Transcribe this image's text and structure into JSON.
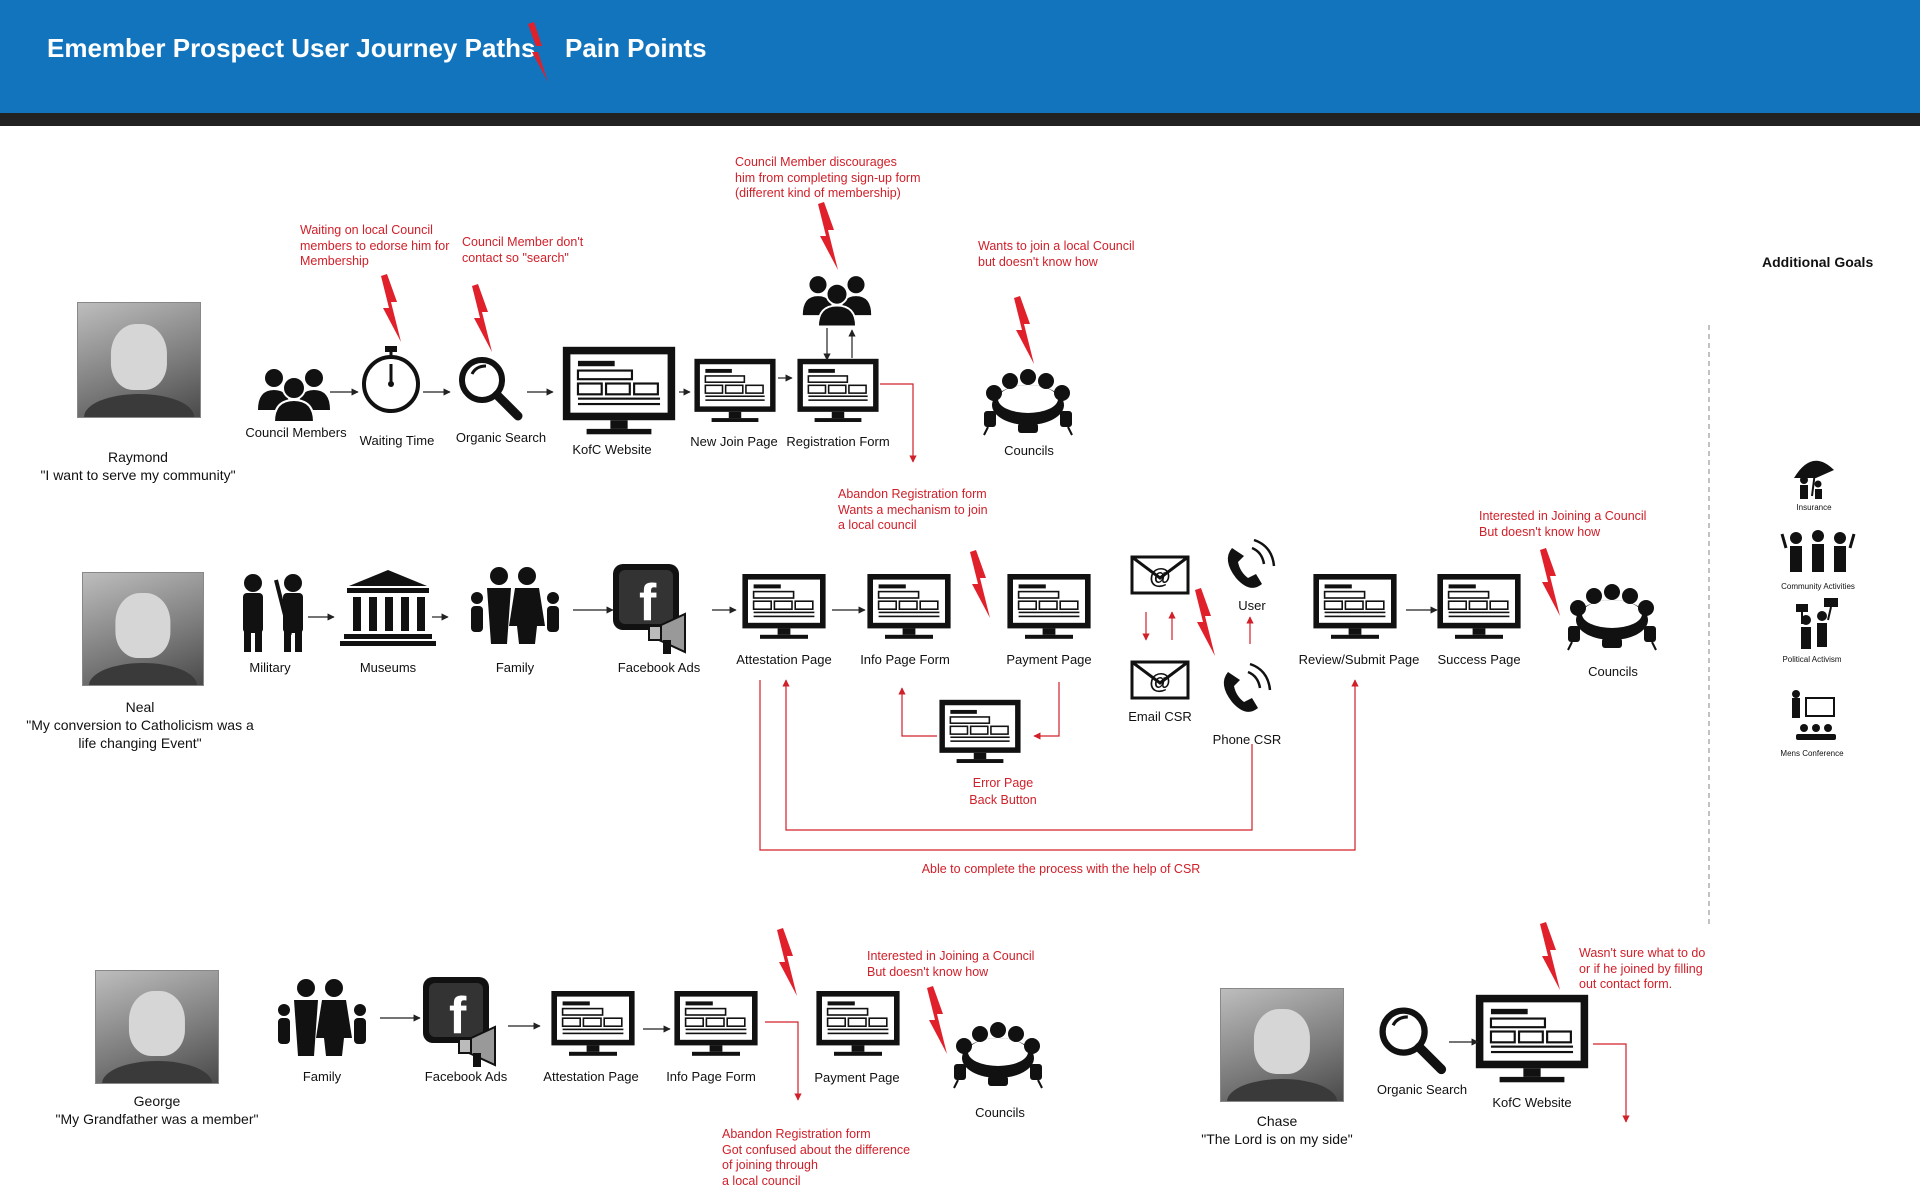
{
  "header": {
    "title_left": "Emember Prospect User Journey Paths",
    "title_right": "Pain Points",
    "bg_color": "#1174bd",
    "accent_color": "#e0202a"
  },
  "personas": [
    {
      "name": "Raymond",
      "quote": "\"I want to serve my community\""
    },
    {
      "name": "Neal",
      "quote": "\"My conversion to Catholicism was a life changing Event\""
    },
    {
      "name": "George",
      "quote": "\"My Grandfather was a member\""
    },
    {
      "name": "Chase",
      "quote": "\"The Lord is on my side\""
    }
  ],
  "row1": {
    "steps": [
      "Council Members",
      "Waiting Time",
      "Organic Search",
      "KofC Website",
      "New Join Page",
      "Registration Form",
      "Councils"
    ],
    "pain_points": [
      "Waiting on local Council\nmembers to edorse him for\nMembership",
      "Council Member don't\ncontact so \"search\"",
      "Council Member discourages\nhim from completing sign-up form\n(different kind of membership)",
      "Wants to join a local Council\nbut doesn't know how"
    ]
  },
  "row2": {
    "steps": [
      "Military",
      "Museums",
      "Family",
      "Facebook Ads",
      "Attestation Page",
      "Info Page Form",
      "Payment Page",
      "Email CSR",
      "User",
      "Phone CSR",
      "Review/Submit Page",
      "Success Page",
      "Councils"
    ],
    "error_page": "Error Page\nBack Button",
    "pain_points": [
      "Abandon Registration form\nWants a mechanism to join\na local council",
      "Interested in Joining a Council\nBut doesn't know how"
    ],
    "csr_note": "Able to complete the process with the help of CSR"
  },
  "row3": {
    "steps": [
      "Family",
      "Facebook Ads",
      "Attestation Page",
      "Info Page Form",
      "Payment Page",
      "Councils"
    ],
    "pain_points": [
      "Interested in Joining a Council\nBut doesn't know how",
      "Abandon Registration form\nGot confused about the difference\nof joining through\na local council"
    ]
  },
  "row4": {
    "steps": [
      "Organic Search",
      "KofC Website"
    ],
    "pain_points": [
      "Wasn't sure what to do\nor if he joined by filling\nout contact form."
    ]
  },
  "additional_goals": {
    "title": "Additional Goals",
    "items": [
      "Insurance",
      "Community Activities",
      "Political Activism",
      "Mens Conference"
    ]
  }
}
